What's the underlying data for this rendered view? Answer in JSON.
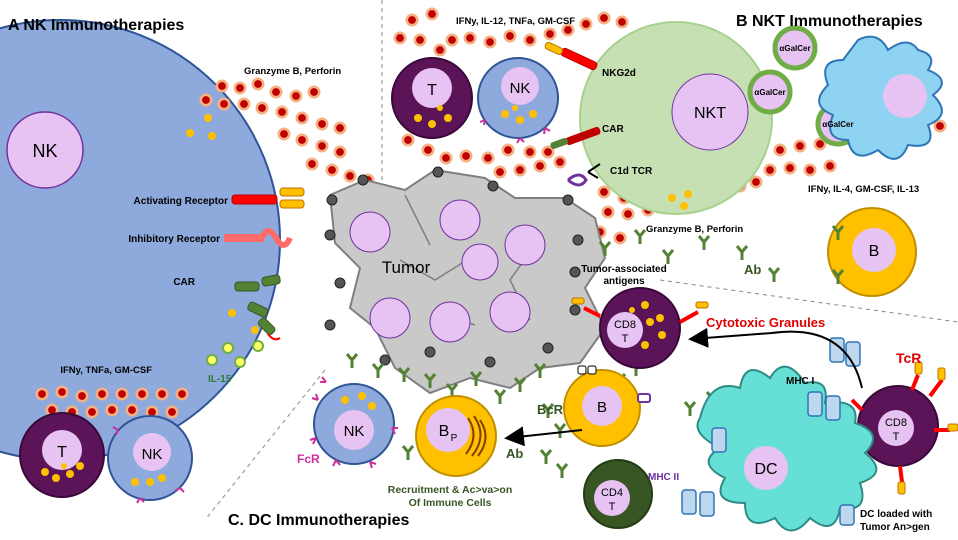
{
  "panels": {
    "a": "A  NK Immunotherapies",
    "b": "B  NKT Immunotherapies",
    "c": "C. DC Immunotherapies"
  },
  "cells": {
    "nk_big": "NK",
    "nk_small_top": "NK",
    "t_top": "T",
    "nkt": "NKT",
    "tumor": "Tumor",
    "b_right": "B",
    "cd8_mid_1": "CD8",
    "cd8_mid_2": "T",
    "cd8_right_1": "CD8",
    "cd8_right_2": "T",
    "dc": "DC",
    "cd4_1": "CD4",
    "cd4_2": "T",
    "b_mid": "B",
    "bp_main": "B",
    "bp_sub": "P",
    "nk_bottom_mid": "NK",
    "t_bottom_left": "T",
    "nk_bottom_left": "NK"
  },
  "labels": {
    "granzyme_a": "Granzyme B, Perforin",
    "activating": "Activating Receptor",
    "inhibitory": "Inhibitory Receptor",
    "car_a": "CAR",
    "ifny_a": "IFNy, TNFa, GM-CSF",
    "il15": "IL-15",
    "cytokines_top": "IFNy, IL-12, TNFa, GM-CSF",
    "nkg2d": "NKG2d",
    "car_b": "CAR",
    "c1d": "C1d TCR",
    "agalcer_1": "αGalCer",
    "agalcer_2": "αGalCer",
    "agalcer_3": "αGalCer",
    "cytokines_nkt": "IFNy, IL-4, GM-CSF, IL-13",
    "granzyme_b": "Granzyme B, Perforin",
    "ab_right": "Ab",
    "taa_1": "Tumor-associated",
    "taa_2": "antigens",
    "cytotoxic": "Cytotoxic Granules",
    "tcr": "TcR",
    "mhc1": "MHC I",
    "mhc2": "MHC II",
    "bcr": "BcR",
    "ab_mid": "Ab",
    "fcr": "FcR",
    "recruit_1": "Recruitment & Ac>va>on",
    "recruit_2": "Of Immune Cells",
    "dc_loaded_1": "DC loaded with",
    "dc_loaded_2": "Tumor An>gen"
  },
  "colors": {
    "nk_fill": "#8ea9db",
    "nucleus": "#e6c3f2",
    "t_cell": "#5c1458",
    "nkt": "#c6e0b4",
    "tumor": "#c9c9c9",
    "b_cell": "#ffc000",
    "dc": "#66e0d6",
    "cd4": "#375623",
    "cytokine_ring": "#f4b183",
    "cytokine_core": "#c00000",
    "granule": "#ffc000",
    "antibody": "#548235",
    "fcr": "#cc2e9a",
    "red_text": "#e00000"
  }
}
